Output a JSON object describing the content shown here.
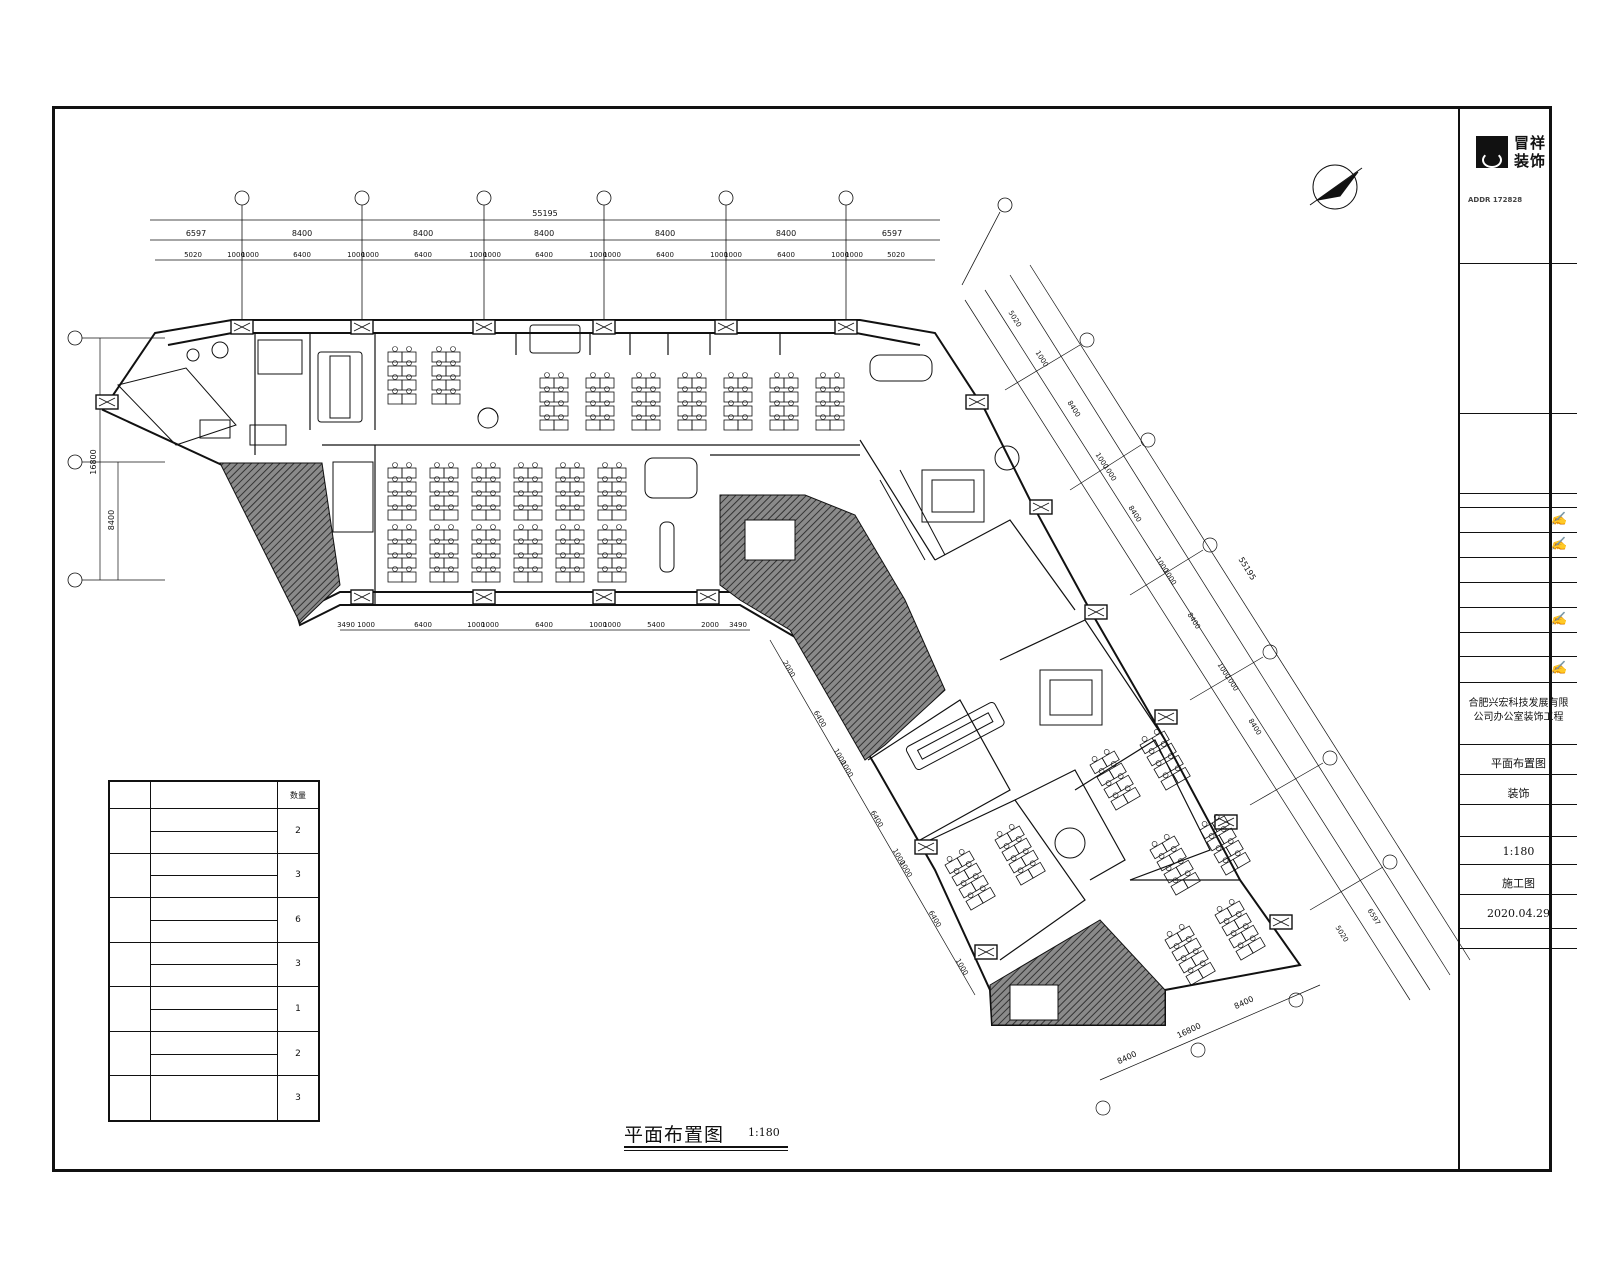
{
  "drawing": {
    "title": "平面布置图",
    "scale": "1:180"
  },
  "top_dimensions": {
    "overall": "55195",
    "row1": [
      "6597",
      "8400",
      "8400",
      "8400",
      "8400",
      "8400",
      "6597"
    ],
    "row2": [
      "5020",
      "1000",
      "1000",
      "6400",
      "1000",
      "1000",
      "6400",
      "1000",
      "1000",
      "6400",
      "1000",
      "1000",
      "6400",
      "1000",
      "1000",
      "6400",
      "1000",
      "1000",
      "5020"
    ]
  },
  "left_dimensions": {
    "overall": "16800",
    "part": "8400"
  },
  "bottom_dimensions": [
    "3490",
    "1000",
    "6400",
    "1000",
    "1000",
    "6400",
    "1000",
    "1000",
    "5400",
    "2000",
    "3490"
  ],
  "right_dimensions": {
    "overall": "55195",
    "parts": [
      "5020",
      "1000",
      "8400",
      "1000",
      "1000",
      "8400",
      "1000",
      "1000",
      "8400",
      "1000",
      "1000",
      "8400",
      "6597",
      "5020"
    ]
  },
  "diagonal_dimensions": [
    "2000",
    "6400",
    "1000",
    "1000",
    "6400",
    "1000",
    "1000",
    "6400",
    "1000"
  ],
  "bottom_right_dimensions": [
    "8400",
    "16800",
    "8400"
  ],
  "schedule": {
    "header_qty": "数量",
    "rows": [
      {
        "qty": "2"
      },
      {
        "qty": "3"
      },
      {
        "qty": "6"
      },
      {
        "qty": "3"
      },
      {
        "qty": "1"
      },
      {
        "qty": "2"
      },
      {
        "qty": "3"
      }
    ]
  },
  "title_block": {
    "company_line1": "冒祥",
    "company_line2": "装饰",
    "address_code": "ADDR 172828",
    "project": "合肥兴宏科技发展有限公司办公室装饰工程",
    "drawing_name": "平面布置图",
    "discipline": "装饰",
    "scale": "1:180",
    "stage": "施工图",
    "date": "2020.04.29"
  },
  "colors": {
    "line": "#111111",
    "hatch": "#555555",
    "paper": "#ffffff"
  },
  "icons": [
    "north-arrow-icon",
    "company-logo-icon"
  ]
}
